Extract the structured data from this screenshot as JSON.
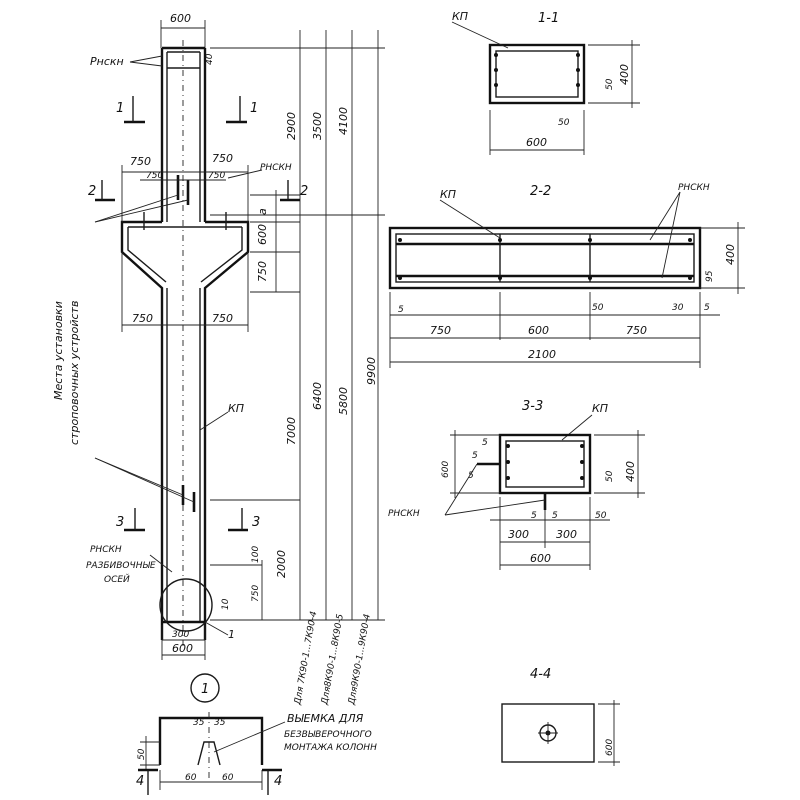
{
  "labels": {
    "rsk": "Рнскн",
    "rsk2": "РНСКН",
    "rsk_caps": "РНСКН",
    "kp": "КП",
    "mounting_places_1": "Места установки",
    "mounting_places_2": "строповочных устройств",
    "axis_mark_1": "РАЗБИВОЧНЫЕ",
    "axis_mark_2": "ОСЕЙ",
    "recess_1": "ВЫЕМКА ДЛЯ",
    "recess_2": "БЕЗВЫВЕРОЧНОГО",
    "recess_3": "МОНТАЖА КОЛОНН",
    "var_a": "Для 7К90-1...7К90-4",
    "var_b": "Для8К90-1...8К90-5",
    "var_c": "Для9К90-1...9К90-4",
    "node_num": "1",
    "a": "a"
  },
  "sections": {
    "s11": "1-1",
    "s22": "2-2",
    "s33": "3-3",
    "s44": "4-4",
    "cut1": "1",
    "cut2": "2",
    "cut3": "3",
    "cut4": "4"
  },
  "dims": {
    "d600": "600",
    "d40": "40",
    "d2900": "2900",
    "d3500": "3500",
    "d4100": "4100",
    "d750": "750",
    "d7000": "7000",
    "d6400": "6400",
    "d5800": "5800",
    "d9900": "9900",
    "d2000": "2000",
    "d100": "100",
    "d10": "10",
    "d300": "300",
    "d400": "400",
    "d50": "50",
    "d30": "30",
    "d5": "5",
    "d95": "95",
    "d2100": "2100",
    "d35": "35",
    "d60": "60"
  }
}
